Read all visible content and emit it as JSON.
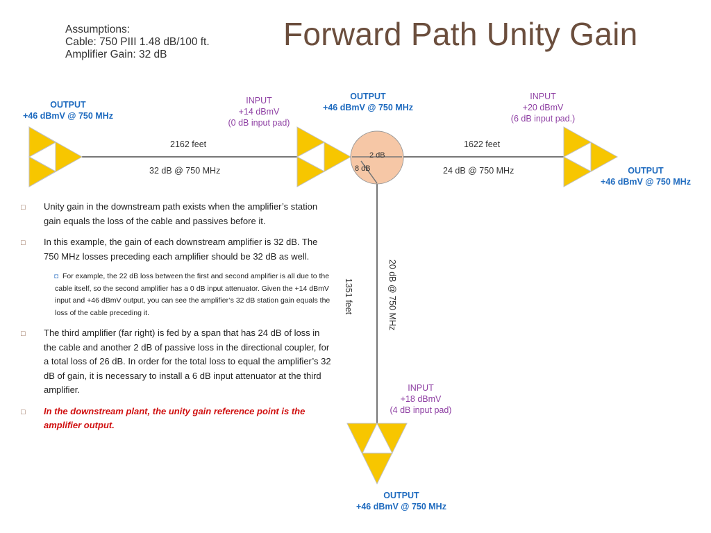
{
  "title": "Forward Path Unity Gain",
  "assumptions": {
    "line1": "Assumptions:",
    "line2": "Cable: 750 PIII 1.48 dB/100 ft.",
    "line3": "Amplifier Gain: 32 dB"
  },
  "colors": {
    "amp_fill": "#f7c600",
    "tap_fill": "#f6c7a6",
    "output_text": "#1f6bbf",
    "input_text": "#8e3fa3",
    "title_text": "#6b4e3d",
    "highlight_text": "#d01010"
  },
  "amp1": {
    "out1": "OUTPUT",
    "out2": "+46 dBmV @ 750 MHz"
  },
  "amp2": {
    "in1": "INPUT",
    "in2": "+14 dBmV",
    "in3": "(0 dB input pad)",
    "out1": "OUTPUT",
    "out2": "+46 dBmV @ 750 MHz"
  },
  "amp3": {
    "in1": "INPUT",
    "in2": "+20 dBmV",
    "in3": "(6 dB input pad.)",
    "out1": "OUTPUT",
    "out2": "+46 dBmV @ 750 MHz"
  },
  "amp4": {
    "in1": "INPUT",
    "in2": "+18 dBmV",
    "in3": "(4 dB input pad)",
    "out1": "OUTPUT",
    "out2": "+46 dBmV @ 750 MHz"
  },
  "span1": {
    "length": "2162 feet",
    "loss": "32 dB @ 750 MHz"
  },
  "span2": {
    "length": "1622 feet",
    "loss": "24 dB @ 750 MHz"
  },
  "span3": {
    "length": "1351 feet",
    "loss": "20 dB @ 750 MHz"
  },
  "coupler": {
    "thru": "2 dB",
    "tap": "8 dB"
  },
  "bullets": {
    "b1": "Unity gain in the downstream path exists when the amplifier’s station gain equals the loss of the cable and passives before it.",
    "b2": " In this example, the gain of each downstream amplifier is 32 dB.  The 750 MHz losses preceding each amplifier should be 32 dB as well.",
    "sub1": "For example, the 22 dB loss between the first and second amplifier is all due to the cable itself, so the second amplifier has a 0 dB input attenuator.  Given the +14 dBmV input and +46 dBmV output, you can see the amplifier’s 32 dB station gain equals the loss of the cable preceding it.",
    "b3": "The third amplifier (far right) is fed by a span that has 24 dB of loss in the cable and another 2 dB of passive loss in the directional coupler, for a total loss of 26 dB.  In order for the total loss to equal the amplifier’s 32 dB of gain, it is necessary to install a 6 dB input attenuator at the third amplifier.",
    "b4": "In the downstream plant, the unity gain reference point is the amplifier output."
  }
}
